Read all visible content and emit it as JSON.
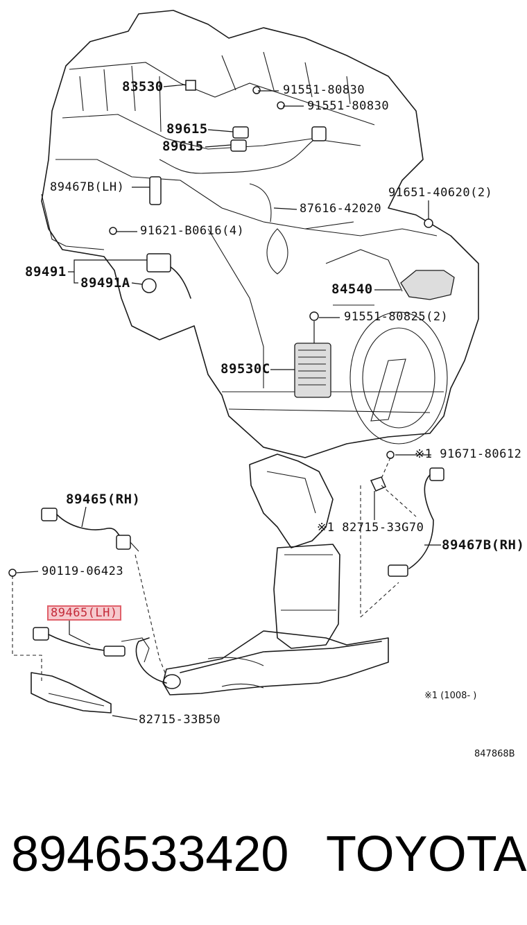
{
  "diagram": {
    "parts": {
      "p83530": "83530",
      "p91551_80830_a": "91551-80830",
      "p91551_80830_b": "91551-80830",
      "p89615_a": "89615",
      "p89615_b": "89615",
      "p89467B_LH": "89467B(LH)",
      "p87616": "87616-42020",
      "p91651": "91651-40620(2)",
      "p91621": "91621-B0616(4)",
      "p89491": "89491",
      "p89491A": "89491A",
      "p84540": "84540",
      "p91551_80825": "91551-80825(2)",
      "p89530C": "89530C",
      "p91671": "※1 91671-80612",
      "p89465_RH": "89465(RH)",
      "p82715_33G70": "※1 82715-33G70",
      "p89467B_RH": "89467B(RH)",
      "p90119": "90119-06423",
      "p89465_LH": "89465(LH)",
      "p82715_33B50": "82715-33B50"
    },
    "footnote": "※1 (1008-    )",
    "illustration_id": "847868B"
  },
  "product": {
    "part_number": "8946533420",
    "brand": "TOYOTA"
  },
  "highlight_color": "#e0606a"
}
